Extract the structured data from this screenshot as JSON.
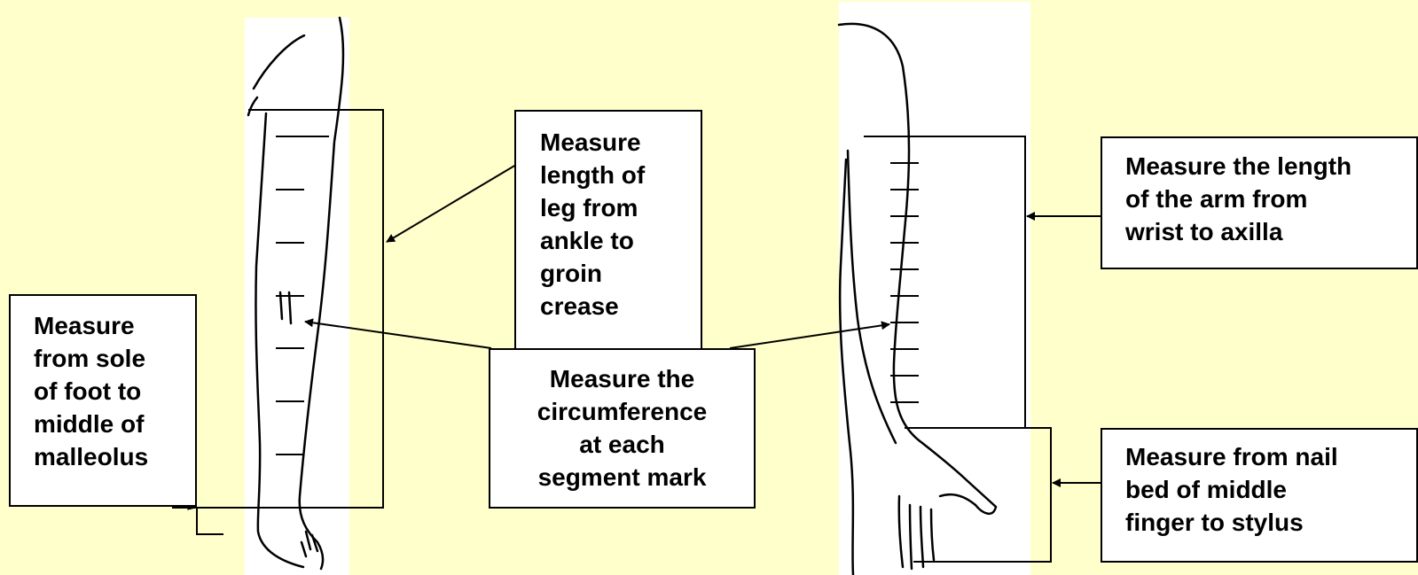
{
  "background_color": "#FFFFCC",
  "callouts": {
    "leg_length": [
      "Measure",
      "length of",
      "leg from",
      "ankle to",
      "groin",
      "crease"
    ],
    "circumference": [
      "Measure the",
      "circumference",
      "at each",
      "segment mark"
    ],
    "foot": [
      "Measure",
      "from sole",
      "of foot to",
      "middle of",
      "malleolus"
    ],
    "arm_length": [
      "Measure the length",
      "of the arm from",
      "wrist to axilla"
    ],
    "hand": [
      "Measure from nail",
      "bed of middle",
      "finger to stylus"
    ]
  }
}
